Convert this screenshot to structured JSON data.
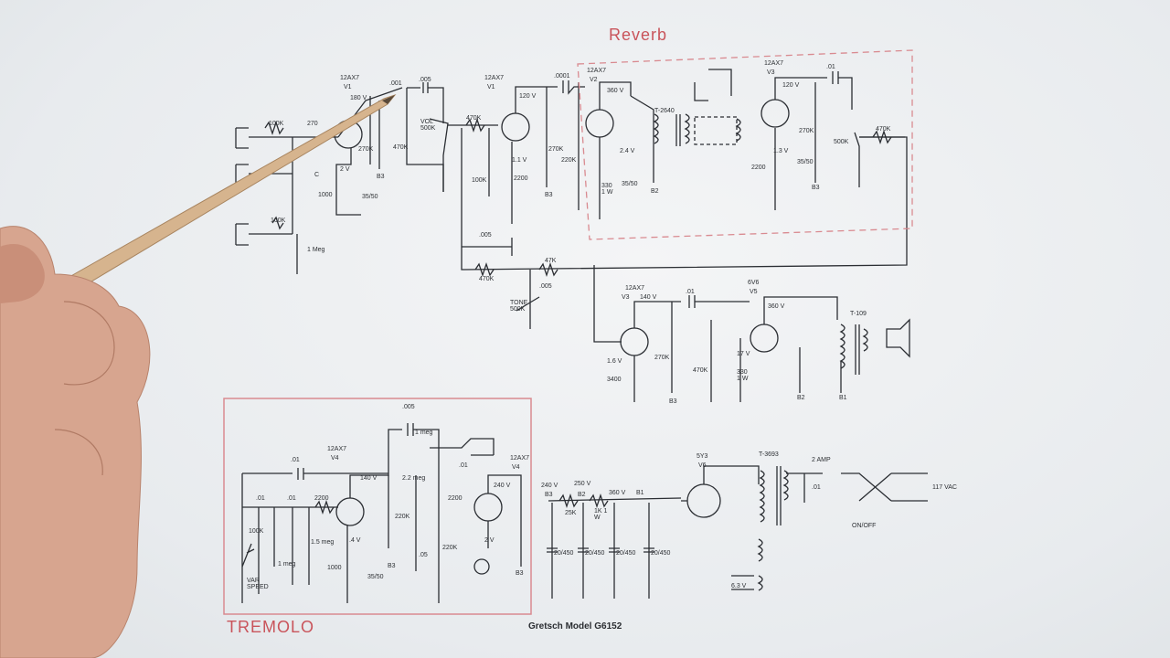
{
  "title": "Gretsch Model G6152",
  "sections": {
    "reverb": "Reverb",
    "tremolo": "TREMOLO"
  },
  "labels": {
    "v1a_type": "12AX7",
    "v1a_name": "V1",
    "v1b_type": "12AX7",
    "v1b_name": "V1",
    "v2_type": "12AX7",
    "v2_name": "V2",
    "v3_type": "12AX7",
    "v3_name": "V3",
    "v3b_type": "12AX7",
    "v3b_name": "V3",
    "v4_type": "12AX7",
    "v4_name": "V4",
    "v4b_type": "12AX7",
    "v4b_name": "V4",
    "v5_type": "6V6",
    "v5_name": "V5",
    "v6_type": "5Y3",
    "v6_name": "V6",
    "c_001": ".001",
    "c_005a": ".005",
    "c_0001": ".0001",
    "c_005b": ".005",
    "c_005c": ".005",
    "c_01a": ".01",
    "c_01b": ".01",
    "c_01c": ".01",
    "c_01d": ".01",
    "c_01e": ".01",
    "c_01f": ".01",
    "c_05": ".05",
    "c_005t": ".005",
    "c_01t": ".01",
    "r_100k_in": "100K",
    "r_270_in": "270",
    "r_100k_in2": "100K",
    "r_1meg": "1 Meg",
    "r_270k": "270K",
    "r_470k": "470K",
    "r_1000": "1000",
    "r_vol": "VOL 500K",
    "r_470k_b": "470K",
    "r_100k_b": "100K",
    "r_2200": "2200",
    "r_270k_b": "270K",
    "r_220k": "220K",
    "r_330": "330 1 W",
    "r_2200_b": "2200",
    "r_270k_c": "270K",
    "r_500k": "500K",
    "r_470k_c": "470K",
    "r_47k": "47K",
    "r_470k_d": "470K",
    "r_tone": "TONE 500K",
    "r_270k_d": "270K",
    "r_470k_e": "470K",
    "r_3400": "3400",
    "r_330_b": "330 1 W",
    "r_1k": "1K 1 W",
    "r_25k": "25K",
    "v_180": "180 V",
    "v_2v": "2 V",
    "v_120": "120 V",
    "v_1_1": "1.1 V",
    "v_360": "360 V",
    "v_2_4": "2.4 V",
    "v_120b": "120 V",
    "v_1_3": "1.3 V",
    "v_140": "140 V",
    "v_1_6": "1.6 V",
    "v_360b": "360 V",
    "v_17": "17 V",
    "v_240": "240 V",
    "v_250": "250 V",
    "v_360c": "360 V",
    "v_63": "6.3 V",
    "v_140t": "140 V",
    "v_4v": ".4 V",
    "v_240t": "240 V",
    "v_2vt": "2 V",
    "b1": "B1",
    "b2": "B2",
    "b3": "B3",
    "b2b": "B2",
    "b3b": "B3",
    "b3c": "B3",
    "b3d": "B3",
    "b2c": "B2",
    "b1b": "B1",
    "b3e": "B3",
    "b3f": "B3",
    "b3g": "B3",
    "t_2640": "T-2640",
    "t_109": "T-109",
    "t_3693": "T-3693",
    "fuse": "2 AMP",
    "mains": "117 VAC",
    "onoff": "ON/OFF",
    "cap_3550a": "35/50",
    "cap_3550b": "35/50",
    "cap_3550c": "35/50",
    "cap_3550d": "35/50",
    "cap_20450a": "20/450",
    "cap_20450b": "20/450",
    "cap_20450c": "20/450",
    "cap_20450d": "20/450",
    "t_100k": "100K",
    "t_1meg": "1 meg",
    "t_15meg": "1.5 meg",
    "t_2200": "2200",
    "t_1000": "1000",
    "t_220k": "220K",
    "t_22meg": "2.2 meg",
    "t_1meg_b": "1 meg",
    "t_2200b": "2200",
    "t_220k_b": "220K",
    "t_speed": "VAR SPEED",
    "c_label": "C"
  },
  "colors": {
    "ink": "#2b2e33",
    "pencil": "#c9545b",
    "paper": "#eef0f2"
  }
}
